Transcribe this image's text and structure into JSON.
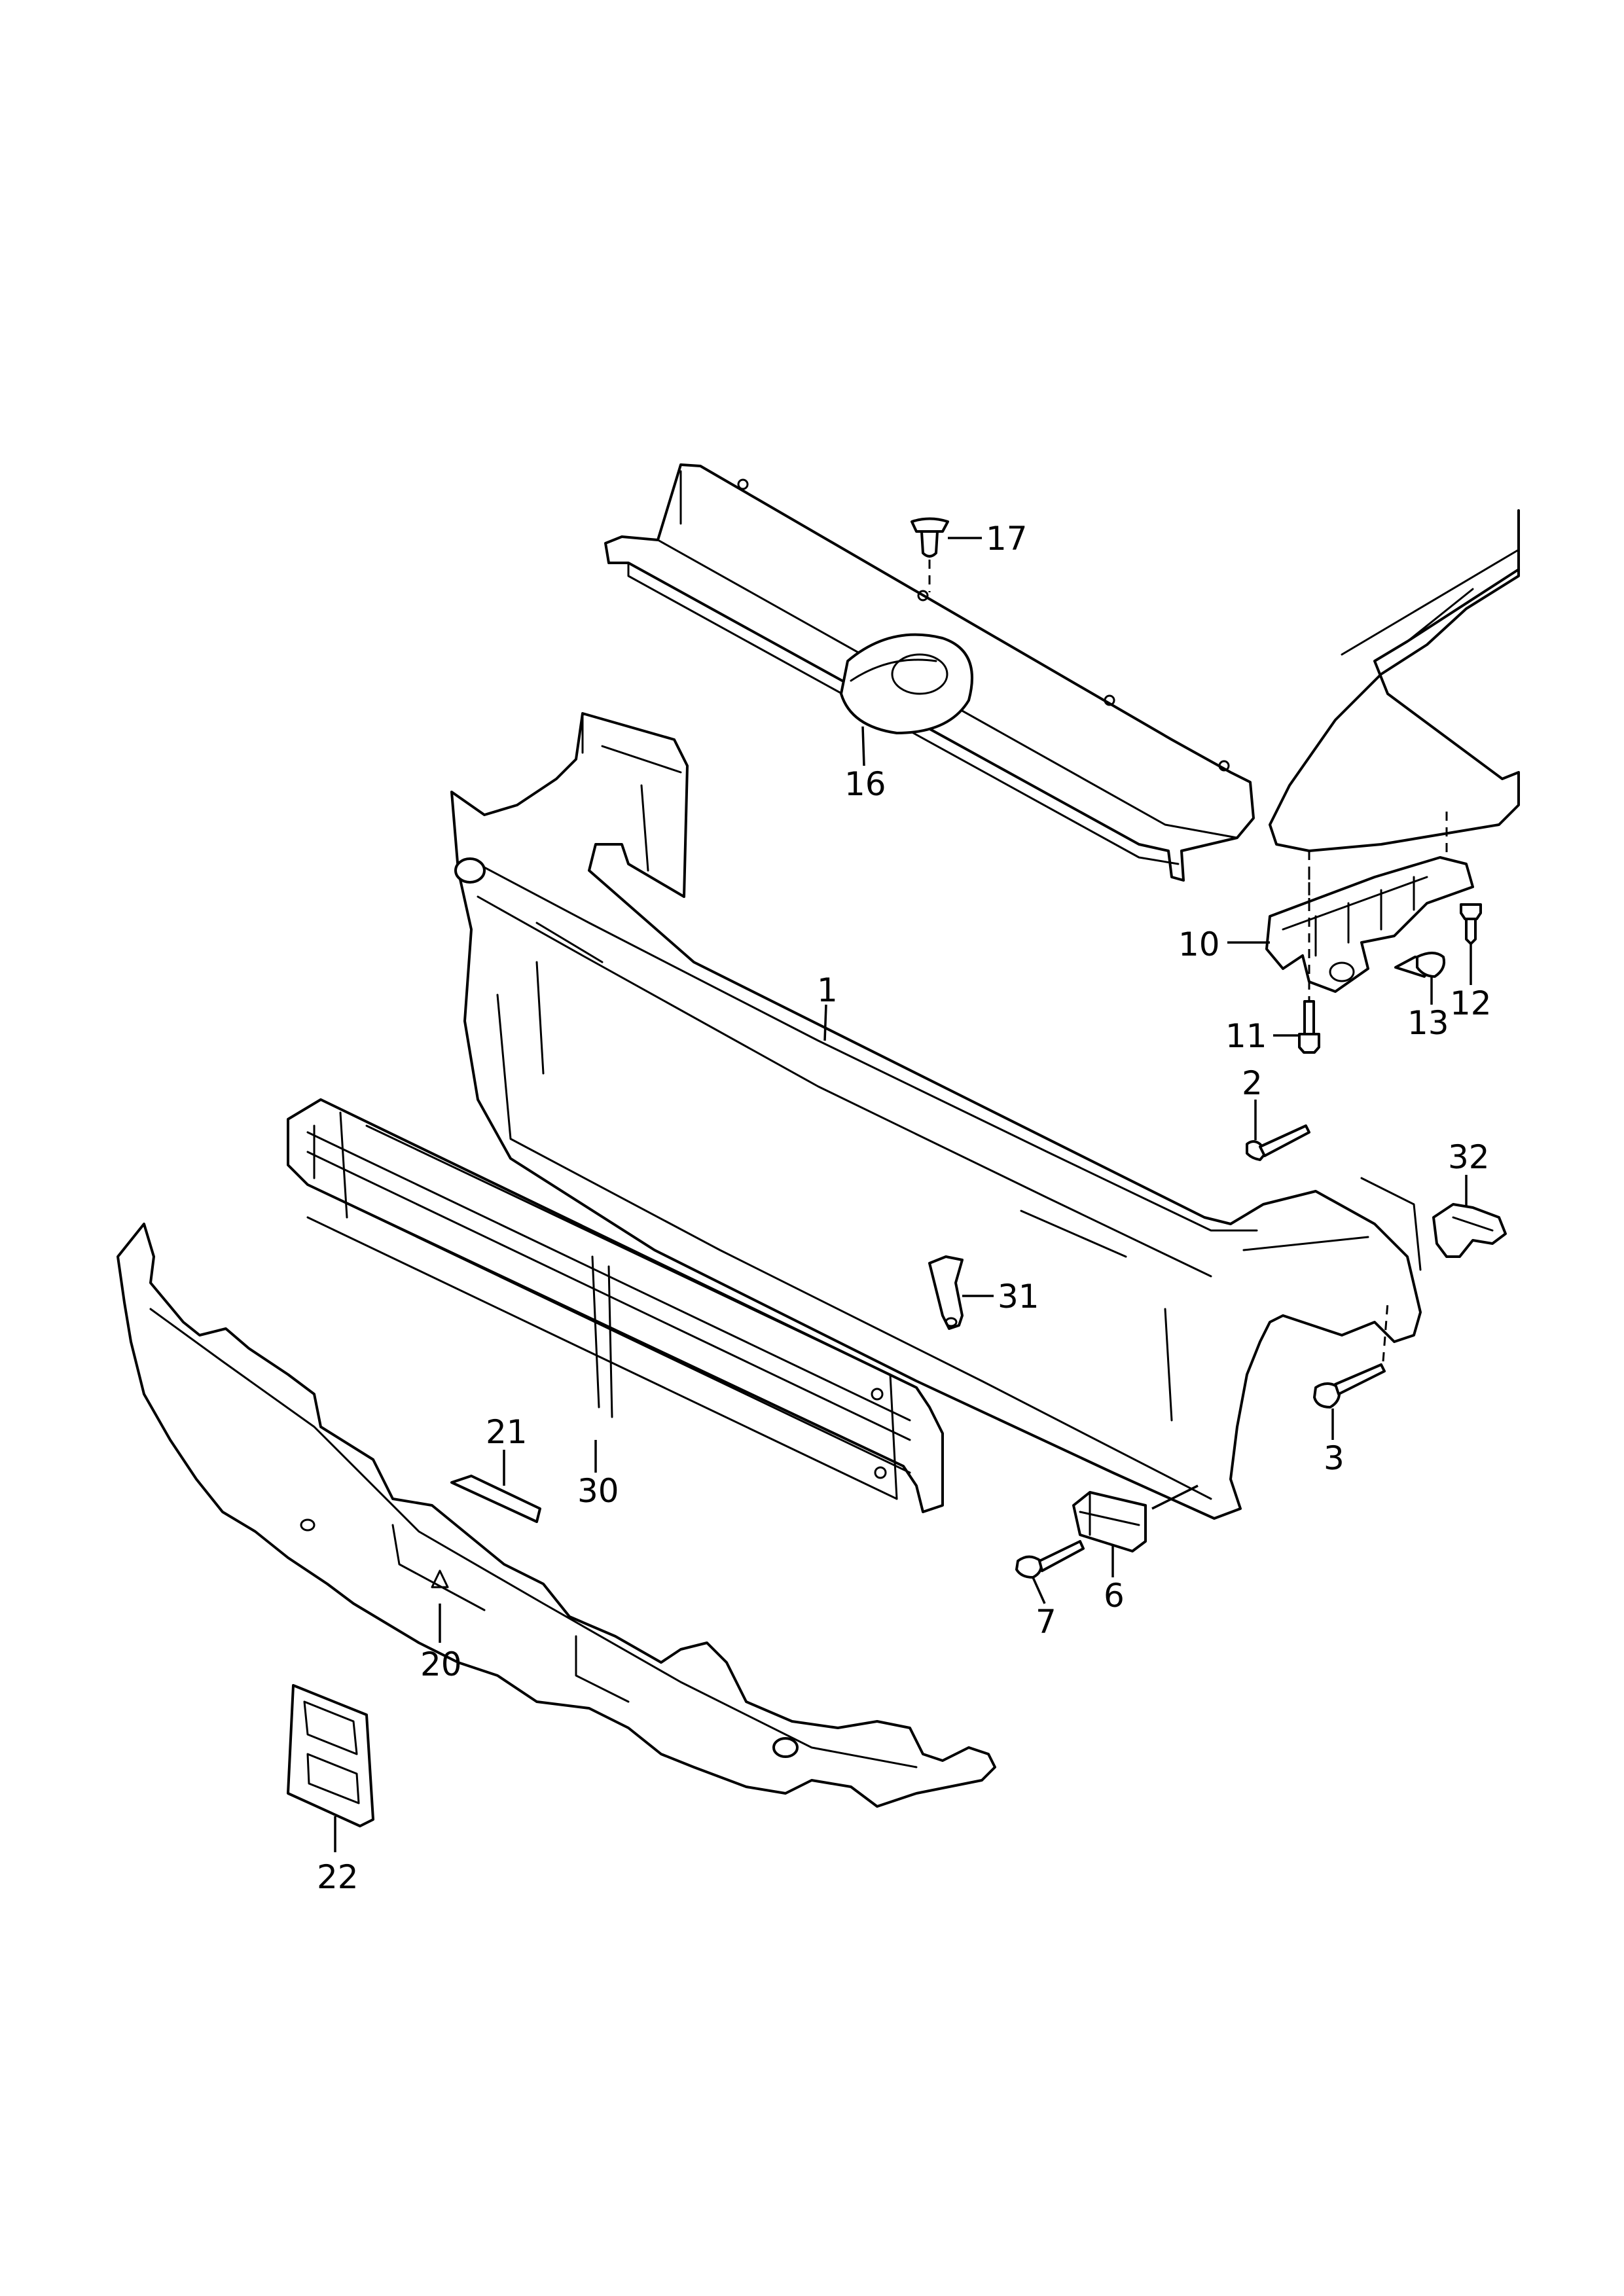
{
  "diagram": {
    "callouts": {
      "c1": "1",
      "c2": "2",
      "c3": "3",
      "c6": "6",
      "c7": "7",
      "c10": "10",
      "c11": "11",
      "c12": "12",
      "c13": "13",
      "c16": "16",
      "c17": "17",
      "c20": "20",
      "c21": "21",
      "c22": "22",
      "c30": "30",
      "c31": "31",
      "c32": "32"
    }
  }
}
